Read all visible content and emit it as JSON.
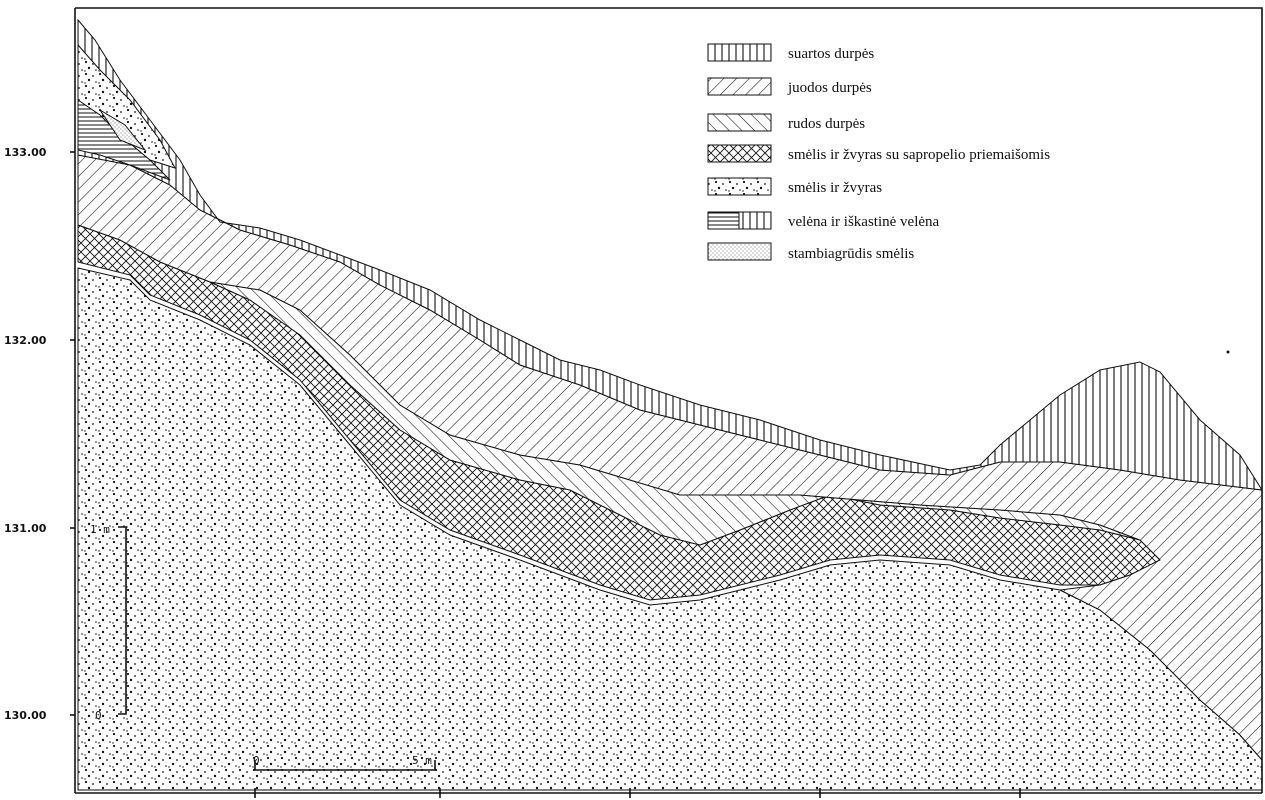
{
  "y_axis": {
    "ticks": [
      "133.00",
      "132.00",
      "131.00",
      "130.00"
    ]
  },
  "vertical_scale": {
    "top_label": "1 m",
    "bottom_label": "0"
  },
  "horizontal_scale": {
    "left_label": "0",
    "right_label": "5 m"
  },
  "legend": [
    {
      "key": "suartos",
      "label": "suartos durpės"
    },
    {
      "key": "juodos",
      "label": "juodos durpės"
    },
    {
      "key": "rudos",
      "label": "rudos durpės"
    },
    {
      "key": "smelis_sapropel",
      "label": "smėlis ir žvyras su sapropelio priemaišomis"
    },
    {
      "key": "smelis_zvyras",
      "label": "smėlis ir žvyras"
    },
    {
      "key": "velena",
      "label": "velėna ir iškastinė velėna"
    },
    {
      "key": "stambiagrudis",
      "label": "stambiagrūdis smėlis"
    }
  ]
}
